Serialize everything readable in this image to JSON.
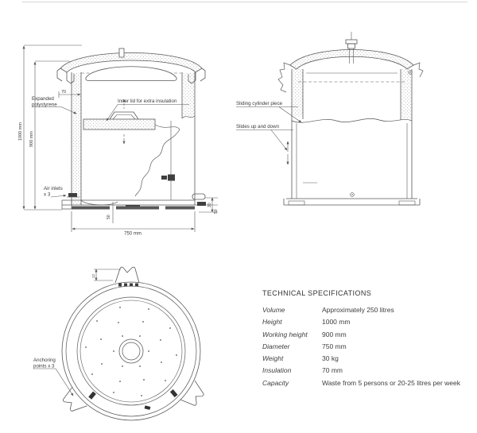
{
  "cross_section": {
    "labels": {
      "expanded_1": "Expanded",
      "expanded_2": "polystyrene",
      "inner_lid": "Inner lid for extra insulation",
      "air_inlets_1": "Air inlets",
      "air_inlets_2": "x 3"
    },
    "dims": {
      "total_height": "1000 mm",
      "working_height": "900 mm",
      "wall": "70",
      "width": "750 mm",
      "foot": "50",
      "base_step_top": "30",
      "base_step_bottom": "50"
    }
  },
  "side_view": {
    "labels": {
      "sliding": "Sliding cylinder piece",
      "slides": "Slides up and down"
    }
  },
  "top_view": {
    "labels": {
      "anchoring_1": "Anchoring",
      "anchoring_2": "points x 3"
    },
    "dims": {
      "tab": "12"
    }
  },
  "specs": {
    "title": "TECHNICAL SPECIFICATIONS",
    "rows": [
      {
        "label": "Volume",
        "value": "Approximately 250 litres"
      },
      {
        "label": "Height",
        "value": "1000 mm"
      },
      {
        "label": "Working height",
        "value": "900 mm"
      },
      {
        "label": "Diameter",
        "value": "750 mm"
      },
      {
        "label": "Weight",
        "value": "30 kg"
      },
      {
        "label": "Insulation",
        "value": "70 mm"
      },
      {
        "label": "Capacity",
        "value": "Waste from 5 persons or 20-25 litres per week"
      }
    ]
  },
  "colors": {
    "line": "#585858",
    "text": "#3c3c3c",
    "background": "#ffffff"
  }
}
